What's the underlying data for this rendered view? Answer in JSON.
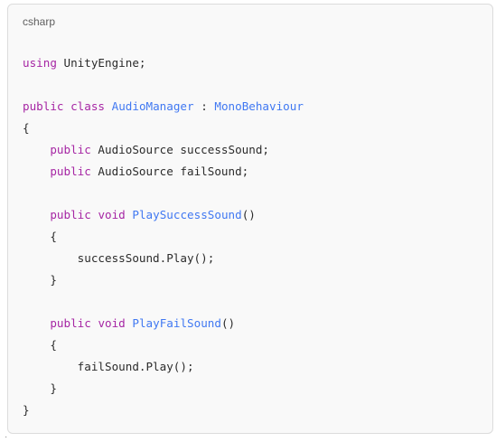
{
  "code_block": {
    "language": "csharp",
    "lines": [
      [
        {
          "t": "using",
          "c": "kw"
        },
        {
          "t": " UnityEngine;",
          "c": ""
        }
      ],
      [],
      [
        {
          "t": "public",
          "c": "kw"
        },
        {
          "t": " ",
          "c": ""
        },
        {
          "t": "class",
          "c": "kw"
        },
        {
          "t": " ",
          "c": ""
        },
        {
          "t": "AudioManager",
          "c": "ty"
        },
        {
          "t": " : ",
          "c": ""
        },
        {
          "t": "MonoBehaviour",
          "c": "ty"
        }
      ],
      [
        {
          "t": "{",
          "c": ""
        }
      ],
      [
        {
          "t": "    ",
          "c": ""
        },
        {
          "t": "public",
          "c": "kw"
        },
        {
          "t": " AudioSource successSound;",
          "c": ""
        }
      ],
      [
        {
          "t": "    ",
          "c": ""
        },
        {
          "t": "public",
          "c": "kw"
        },
        {
          "t": " AudioSource failSound;",
          "c": ""
        }
      ],
      [],
      [
        {
          "t": "    ",
          "c": ""
        },
        {
          "t": "public",
          "c": "kw"
        },
        {
          "t": " ",
          "c": ""
        },
        {
          "t": "void",
          "c": "kw"
        },
        {
          "t": " ",
          "c": ""
        },
        {
          "t": "PlaySuccessSound",
          "c": "ty"
        },
        {
          "t": "()",
          "c": ""
        }
      ],
      [
        {
          "t": "    {",
          "c": ""
        }
      ],
      [
        {
          "t": "        successSound.Play();",
          "c": ""
        }
      ],
      [
        {
          "t": "    }",
          "c": ""
        }
      ],
      [],
      [
        {
          "t": "    ",
          "c": ""
        },
        {
          "t": "public",
          "c": "kw"
        },
        {
          "t": " ",
          "c": ""
        },
        {
          "t": "void",
          "c": "kw"
        },
        {
          "t": " ",
          "c": ""
        },
        {
          "t": "PlayFailSound",
          "c": "ty"
        },
        {
          "t": "()",
          "c": ""
        }
      ],
      [
        {
          "t": "    {",
          "c": ""
        }
      ],
      [
        {
          "t": "        failSound.Play();",
          "c": ""
        }
      ],
      [
        {
          "t": "    }",
          "c": ""
        }
      ],
      [
        {
          "t": "}",
          "c": ""
        }
      ]
    ]
  },
  "colors": {
    "keyword": "#a626a4",
    "type_name": "#4078f2",
    "plain_text": "#2b2b2b",
    "background": "#f9f9f9"
  }
}
